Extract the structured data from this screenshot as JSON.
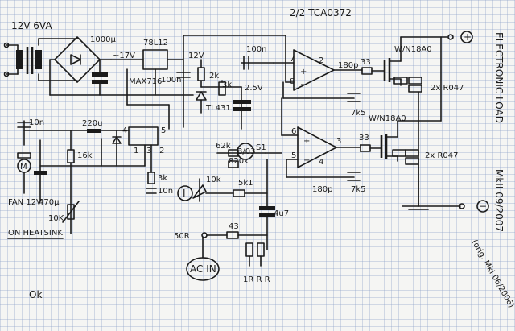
{
  "title": "2/2 TCA0372",
  "side_title": "ELECTRONIC LOAD",
  "side_subtitle": "MkII 09/2007",
  "side_note": "(orig. MkI 06/2006)",
  "signature": "Ok",
  "labels": {
    "supply": "12V 6VA",
    "c_bulk": "1000µ",
    "v_rect": "~17V",
    "reg": "78L12",
    "v12": "12V",
    "c100n_a": "100n",
    "c100n_b": "100n",
    "r2k": "2k",
    "r3k": "3k",
    "v25": "2.5V",
    "tl431": "TL431",
    "opamp_a_pin7": "7",
    "opamp_a_pin8": "8",
    "opamp_a_pin2": "2",
    "c180p_a": "180p",
    "r33_a": "33",
    "mosfet_a": "W/N18A0",
    "r_shunt_a": "2x R047",
    "r7k5_a": "7k5",
    "mosfet_b": "W/N18A0",
    "opamp_b_pin6": "6",
    "opamp_b_pin5": "5",
    "opamp_b_pin3": "3",
    "opamp_b_pin4": "4",
    "r33_b": "33",
    "r_shunt_b": "2x R047",
    "c180p_b": "180p",
    "r7k5_b": "7k5",
    "pot_3": "3/03",
    "s1": "S1",
    "r62k": "62k",
    "r820k": "820k",
    "r10k_pot": "10k",
    "r5k1": "5k1",
    "c4u7": "4u7",
    "current_knob": "I",
    "ac_in_label": "50R",
    "r43": "43",
    "ac_in": "AC IN",
    "r_pair": "1R R R",
    "c220u": "220u",
    "max_chip": "MAX716",
    "pin4": "4",
    "pin5": "5",
    "pin1": "1",
    "pin3": "3",
    "pin2": "2",
    "r16k": "16k",
    "r3k_b": "3k",
    "c10n_a": "10n",
    "c10n_b": "10n",
    "c470u": "470µ",
    "fan": "FAN 12V",
    "ntc": "10K",
    "heatsink": "ON HEATSINK",
    "plus": "+",
    "minus": "−",
    "motor": "M"
  }
}
